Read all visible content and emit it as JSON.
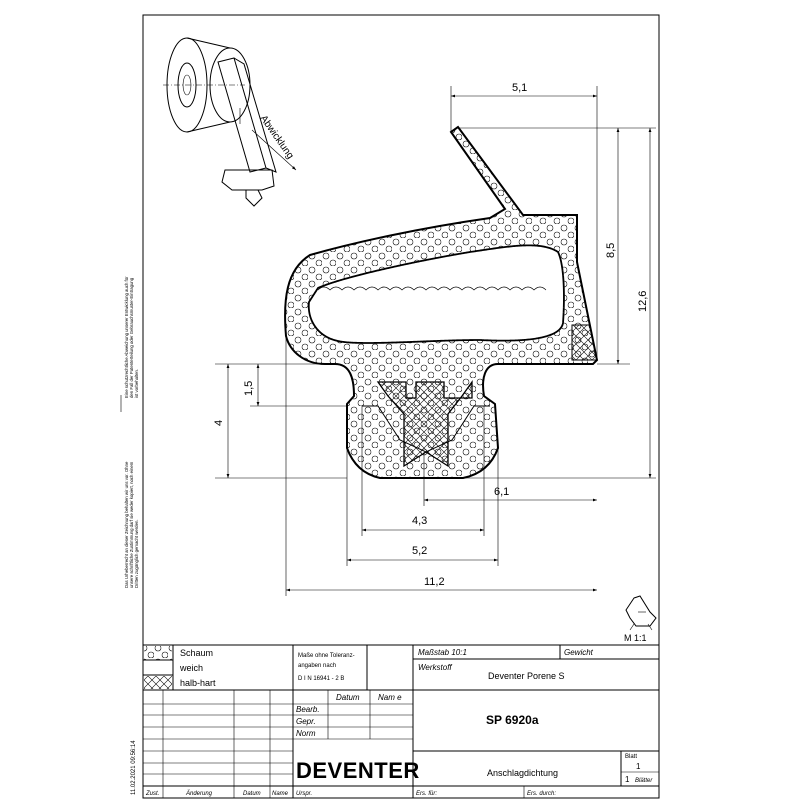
{
  "dimensions": {
    "top_width": "5,1",
    "height_upper": "8,5",
    "height_total": "12,6",
    "step_height": "1,5",
    "foot_height": "4",
    "offset_right": "6,1",
    "inner_width": "4,3",
    "foot_width": "5,2",
    "total_width": "11,2"
  },
  "detail": {
    "label": "Abwicklung"
  },
  "mini_view": {
    "scale_label": "M 1:1"
  },
  "legend": {
    "items": [
      {
        "label": "Schaum"
      },
      {
        "label": "weich"
      },
      {
        "label": "halb-hart"
      }
    ]
  },
  "title_block": {
    "tolerance_note": [
      "Maße ohne Toleranz-",
      "angaben nach",
      "D I N 16941 - 2 B"
    ],
    "scale": "Maßstab 10:1",
    "weight_label": "Gewicht",
    "material_label": "Werkstoff",
    "material_value": "Deventer Porene S",
    "date_col": "Datum",
    "name_col": "Nam e",
    "rows": [
      "Bearb.",
      "Gepr.",
      "Norm"
    ],
    "part_number": "SP 6920a",
    "logo": "DEVENTER",
    "description": "Anschlagdichtung",
    "sheet_label": "Blatt",
    "sheet_no": "1",
    "sheets_total": "1",
    "sheets_label": "Blätter",
    "footer": {
      "zust": "Zust.",
      "aenderung": "Änderung",
      "datum": "Datum",
      "name": "Name",
      "urspr": "Urspr.",
      "ers_fuer": "Ers. für:",
      "ers_durch": "Ers. durch:"
    }
  },
  "side_text": {
    "timestamp": "11.02.2021 09:56:14",
    "copyright_line1": "Das Urheberrecht an dieser Zeichnung behalten wir uns vor. Ohne",
    "copyright_line2": "unsere schriftliche Zustimmung darf sie weder kopiert, noch einem",
    "copyright_line3": "Dritten zugänglich gemacht werden.",
    "copyright_line4": "Eine schutzrechtliche Abweichung unserer Entwicklung auch für",
    "copyright_line5": "den Fall der Patenterteilung oder Gebrauchsmuster-Eintragung",
    "copyright_line6": "ist vorbehalten."
  }
}
